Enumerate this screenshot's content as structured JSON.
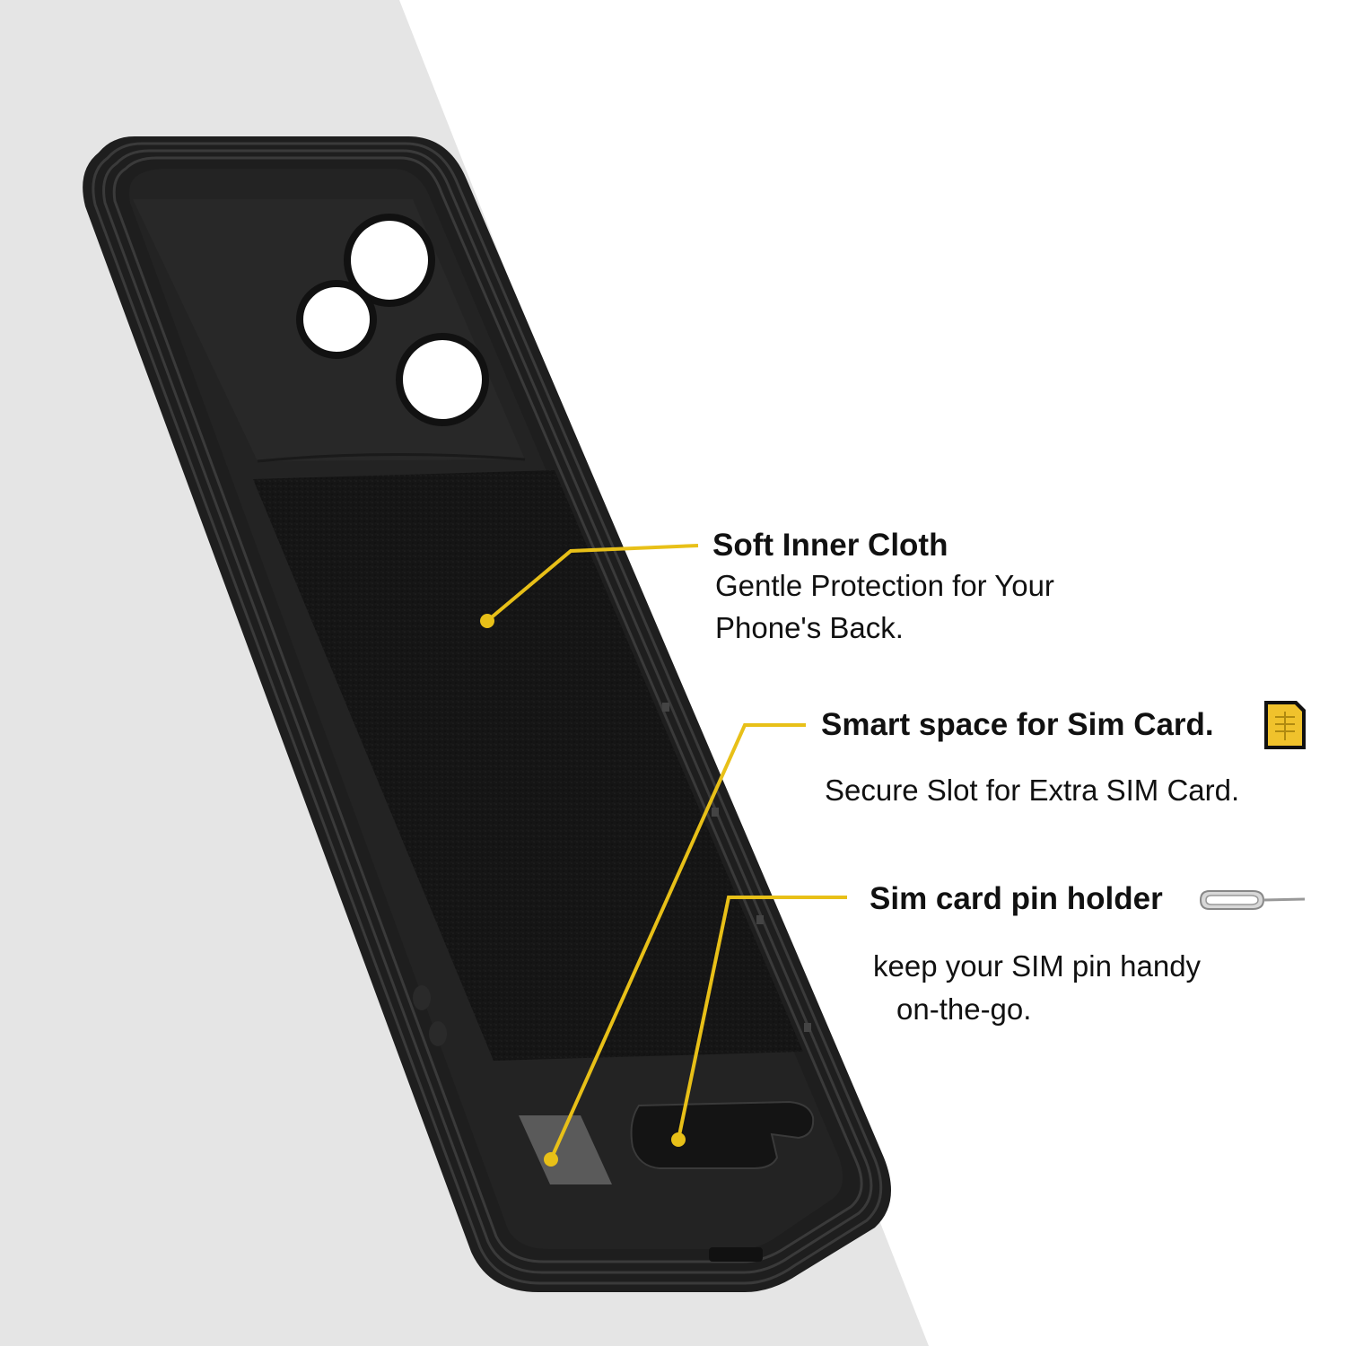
{
  "colors": {
    "background_gray": "#e5e5e5",
    "background_white": "#ffffff",
    "case_black": "#1c1c1c",
    "cloth_black": "#141414",
    "callout_yellow": "#e8c018",
    "sim_gold": "#f0c22c"
  },
  "callouts": {
    "cloth": {
      "title": "Soft Inner Cloth",
      "desc_line1": "Gentle Protection for Your",
      "desc_line2": "Phone's Back."
    },
    "sim": {
      "title": "Smart space for Sim Card.",
      "desc": "Secure Slot for Extra SIM Card.",
      "icon": "sim-card-icon"
    },
    "pin": {
      "title": "Sim card pin holder",
      "desc_line1": "keep your SIM pin handy",
      "desc_line2": "on-the-go.",
      "icon": "sim-ejector-pin-icon"
    }
  }
}
